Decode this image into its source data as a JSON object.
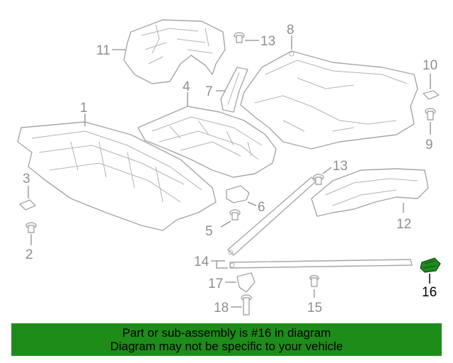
{
  "callouts": {
    "c1": "1",
    "c2": "2",
    "c3": "3",
    "c4": "4",
    "c5": "5",
    "c6": "6",
    "c7": "7",
    "c8": "8",
    "c9": "9",
    "c10": "10",
    "c11": "11",
    "c12": "12",
    "c13a": "13",
    "c13b": "13",
    "c14": "14",
    "c15": "15",
    "c16": "16",
    "c17": "17",
    "c18": "18"
  },
  "highlight_part": "16",
  "colors": {
    "banner": "#1e8c19",
    "highlight": "#1f8a1f",
    "line": "#a6a6a6"
  },
  "banner": {
    "line1": "Part or sub-assembly is #16 in diagram",
    "line2": "Diagram may not be specific to your vehicle"
  }
}
